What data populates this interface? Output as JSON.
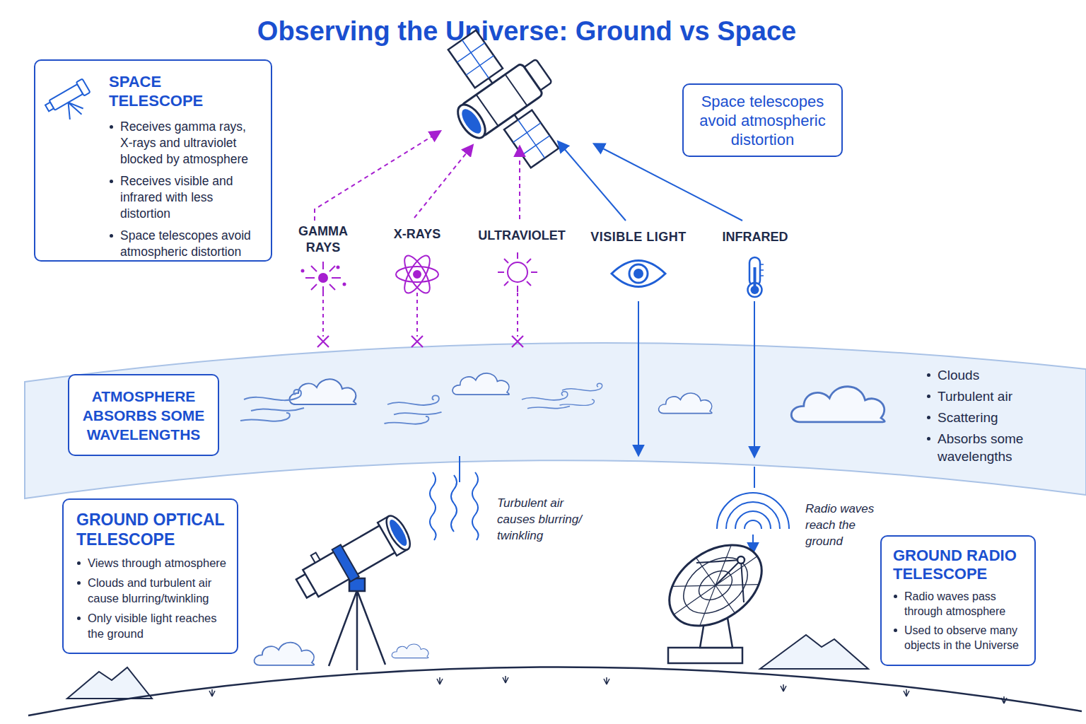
{
  "diagram": {
    "title": "Observing the Universe: Ground vs Space",
    "nodes": [
      {
        "text": [
          "SPACE TELESCOPE",
          "Receives gamma rays, X-rays and ultraviolet blocked by atmosphere",
          "Receives visible and infrared with less distortion",
          "Space telescopes avoid atmospheric distortion"
        ]
      },
      {
        "text": [
          "Space telescopes avoid atmospheric distortion"
        ]
      },
      {
        "text": [
          "Clouds",
          "Turbulent air",
          "Scattering",
          "Absorbs some wavelengths"
        ]
      },
      {
        "text": [
          "ATMOSPHERE ABSORBS SOME WAVELENGTHS"
        ],
        "in": 2
      },
      {
        "text": [
          "GROUND OPTICAL TELESCOPE",
          "Views through atmosphere",
          "Clouds and turbulent air cause blurring/twinkling",
          "Only visible light reaches the ground"
        ]
      },
      {
        "text": [
          "GROUND RADIO TELESCOPE",
          "Radio waves pass through atmosphere",
          "Used to observe many objects in the Universe"
        ]
      }
    ],
    "labels": [
      "GAMMA RAYS",
      "X-RAYS",
      "ULTRAVIOLET",
      "VISIBLE LIGHT",
      "INFRARED",
      "Turbulent air causes blurring/ twinkling",
      "Radio waves reach the ground"
    ]
  }
}
